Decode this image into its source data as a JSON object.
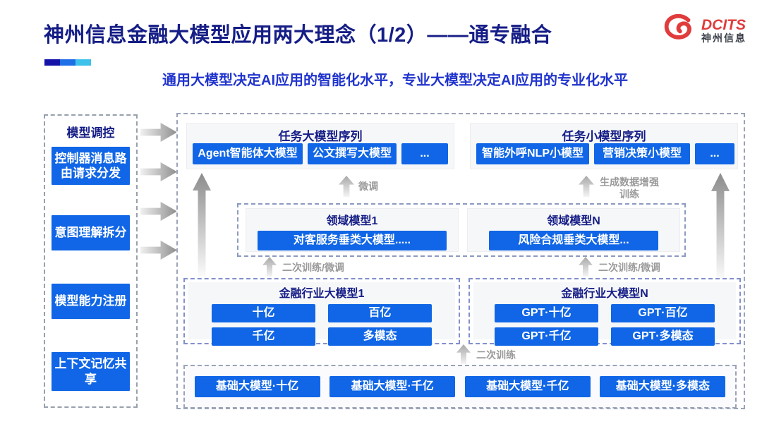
{
  "slide": {
    "title": "神州信息金融大模型应用两大理念（1/2）——通专融合",
    "subtitle": "通用大模型决定AI应用的智能化水平，专业大模型决定AI应用的专业化水平"
  },
  "logo": {
    "brand": "DCITS",
    "brand_cn": "神州信息"
  },
  "sidebar": {
    "title": "模型调控",
    "items": [
      "控制器消息路由请求分发",
      "意图理解拆分",
      "模型能力注册",
      "上下文记忆共享"
    ]
  },
  "task_large_panel": {
    "title": "任务大模型序列",
    "items": [
      "Agent智能体大模型",
      "公文撰写大模型",
      "..."
    ]
  },
  "task_small_panel": {
    "title": "任务小模型序列",
    "items": [
      "智能外呼NLP小模型",
      "营销决策小模型",
      "..."
    ]
  },
  "flow_labels": {
    "finetune": "微调",
    "gen_data_training": "生成数据增强训练",
    "secondary_training_finetune_left": "二次训练/微调",
    "secondary_training_finetune_right": "二次训练/微调",
    "secondary_training": "二次训练"
  },
  "domain_models": {
    "left": {
      "title": "领域模型1",
      "item": "对客服务垂类大模型....."
    },
    "right": {
      "title": "领域模型N",
      "item": "风险合规垂类大模型..."
    }
  },
  "industry_models": {
    "left": {
      "title": "金融行业大模型1",
      "items": [
        "十亿",
        "百亿",
        "千亿",
        "多模态"
      ]
    },
    "right": {
      "title": "金融行业大模型N",
      "items": [
        "GPT·十亿",
        "GPT·百亿",
        "GPT·千亿",
        "GPT·多模态"
      ]
    }
  },
  "base_models": {
    "items": [
      "基础大模型·十亿",
      "基础大模型·千亿",
      "基础大模型·千亿",
      "基础大模型·多模态"
    ]
  },
  "colors": {
    "primary_blue": "#1066E6",
    "navy_text": "#151D86",
    "subtitle_blue": "#2134CD",
    "brand_red": "#E03C3C",
    "label_gray": "#9A9A9A",
    "accent_bar": [
      "#1512A8",
      "#1E6FE5",
      "#3EC1EA"
    ]
  }
}
